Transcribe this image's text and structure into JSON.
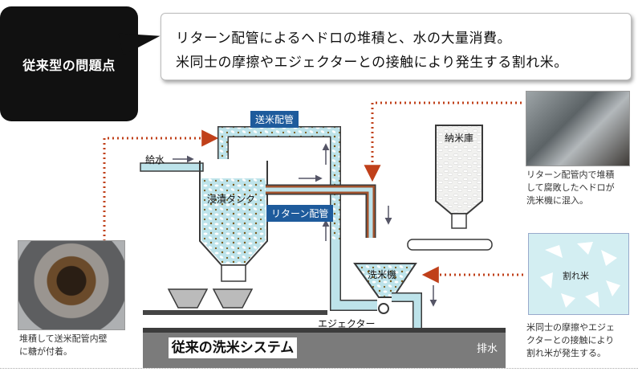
{
  "problem_label": "従来型の問題点",
  "callout": {
    "line1": "リターン配管によるヘドロの堆積と、水の大量消費。",
    "line2": "米同士の摩擦やエジェクターとの接触により発生する割れ米。"
  },
  "diagram": {
    "water_supply": "給水",
    "soak_tank": "浸漬タンク",
    "rice_feed_pipe": "送米配管",
    "return_pipe": "リターン配管",
    "rice_storage": "納米庫",
    "rice_washer": "洗米機",
    "ejector": "エジェクター",
    "drain": "排水",
    "system_title": "従来の洗米システム"
  },
  "captions": {
    "left": [
      "堆積して送米配管内壁",
      "に糖が付着。"
    ],
    "right_top": [
      "リターン配管内で堆積",
      "して腐敗したヘドロが",
      "洗米機に混入。"
    ],
    "right_photo_label": "割れ米",
    "right_bottom": [
      "米同士の摩擦やエジェ",
      "クターとの接触により",
      "割れ米が発生する。"
    ]
  },
  "colors": {
    "pipe_fill": "#b8dde3",
    "pipe_stroke": "#3a3a3a",
    "return_pipe": "#a0522d",
    "label_blue": "#1e5b9c",
    "dotted_arrow": "#c0401a",
    "water": "#bde3ea"
  }
}
